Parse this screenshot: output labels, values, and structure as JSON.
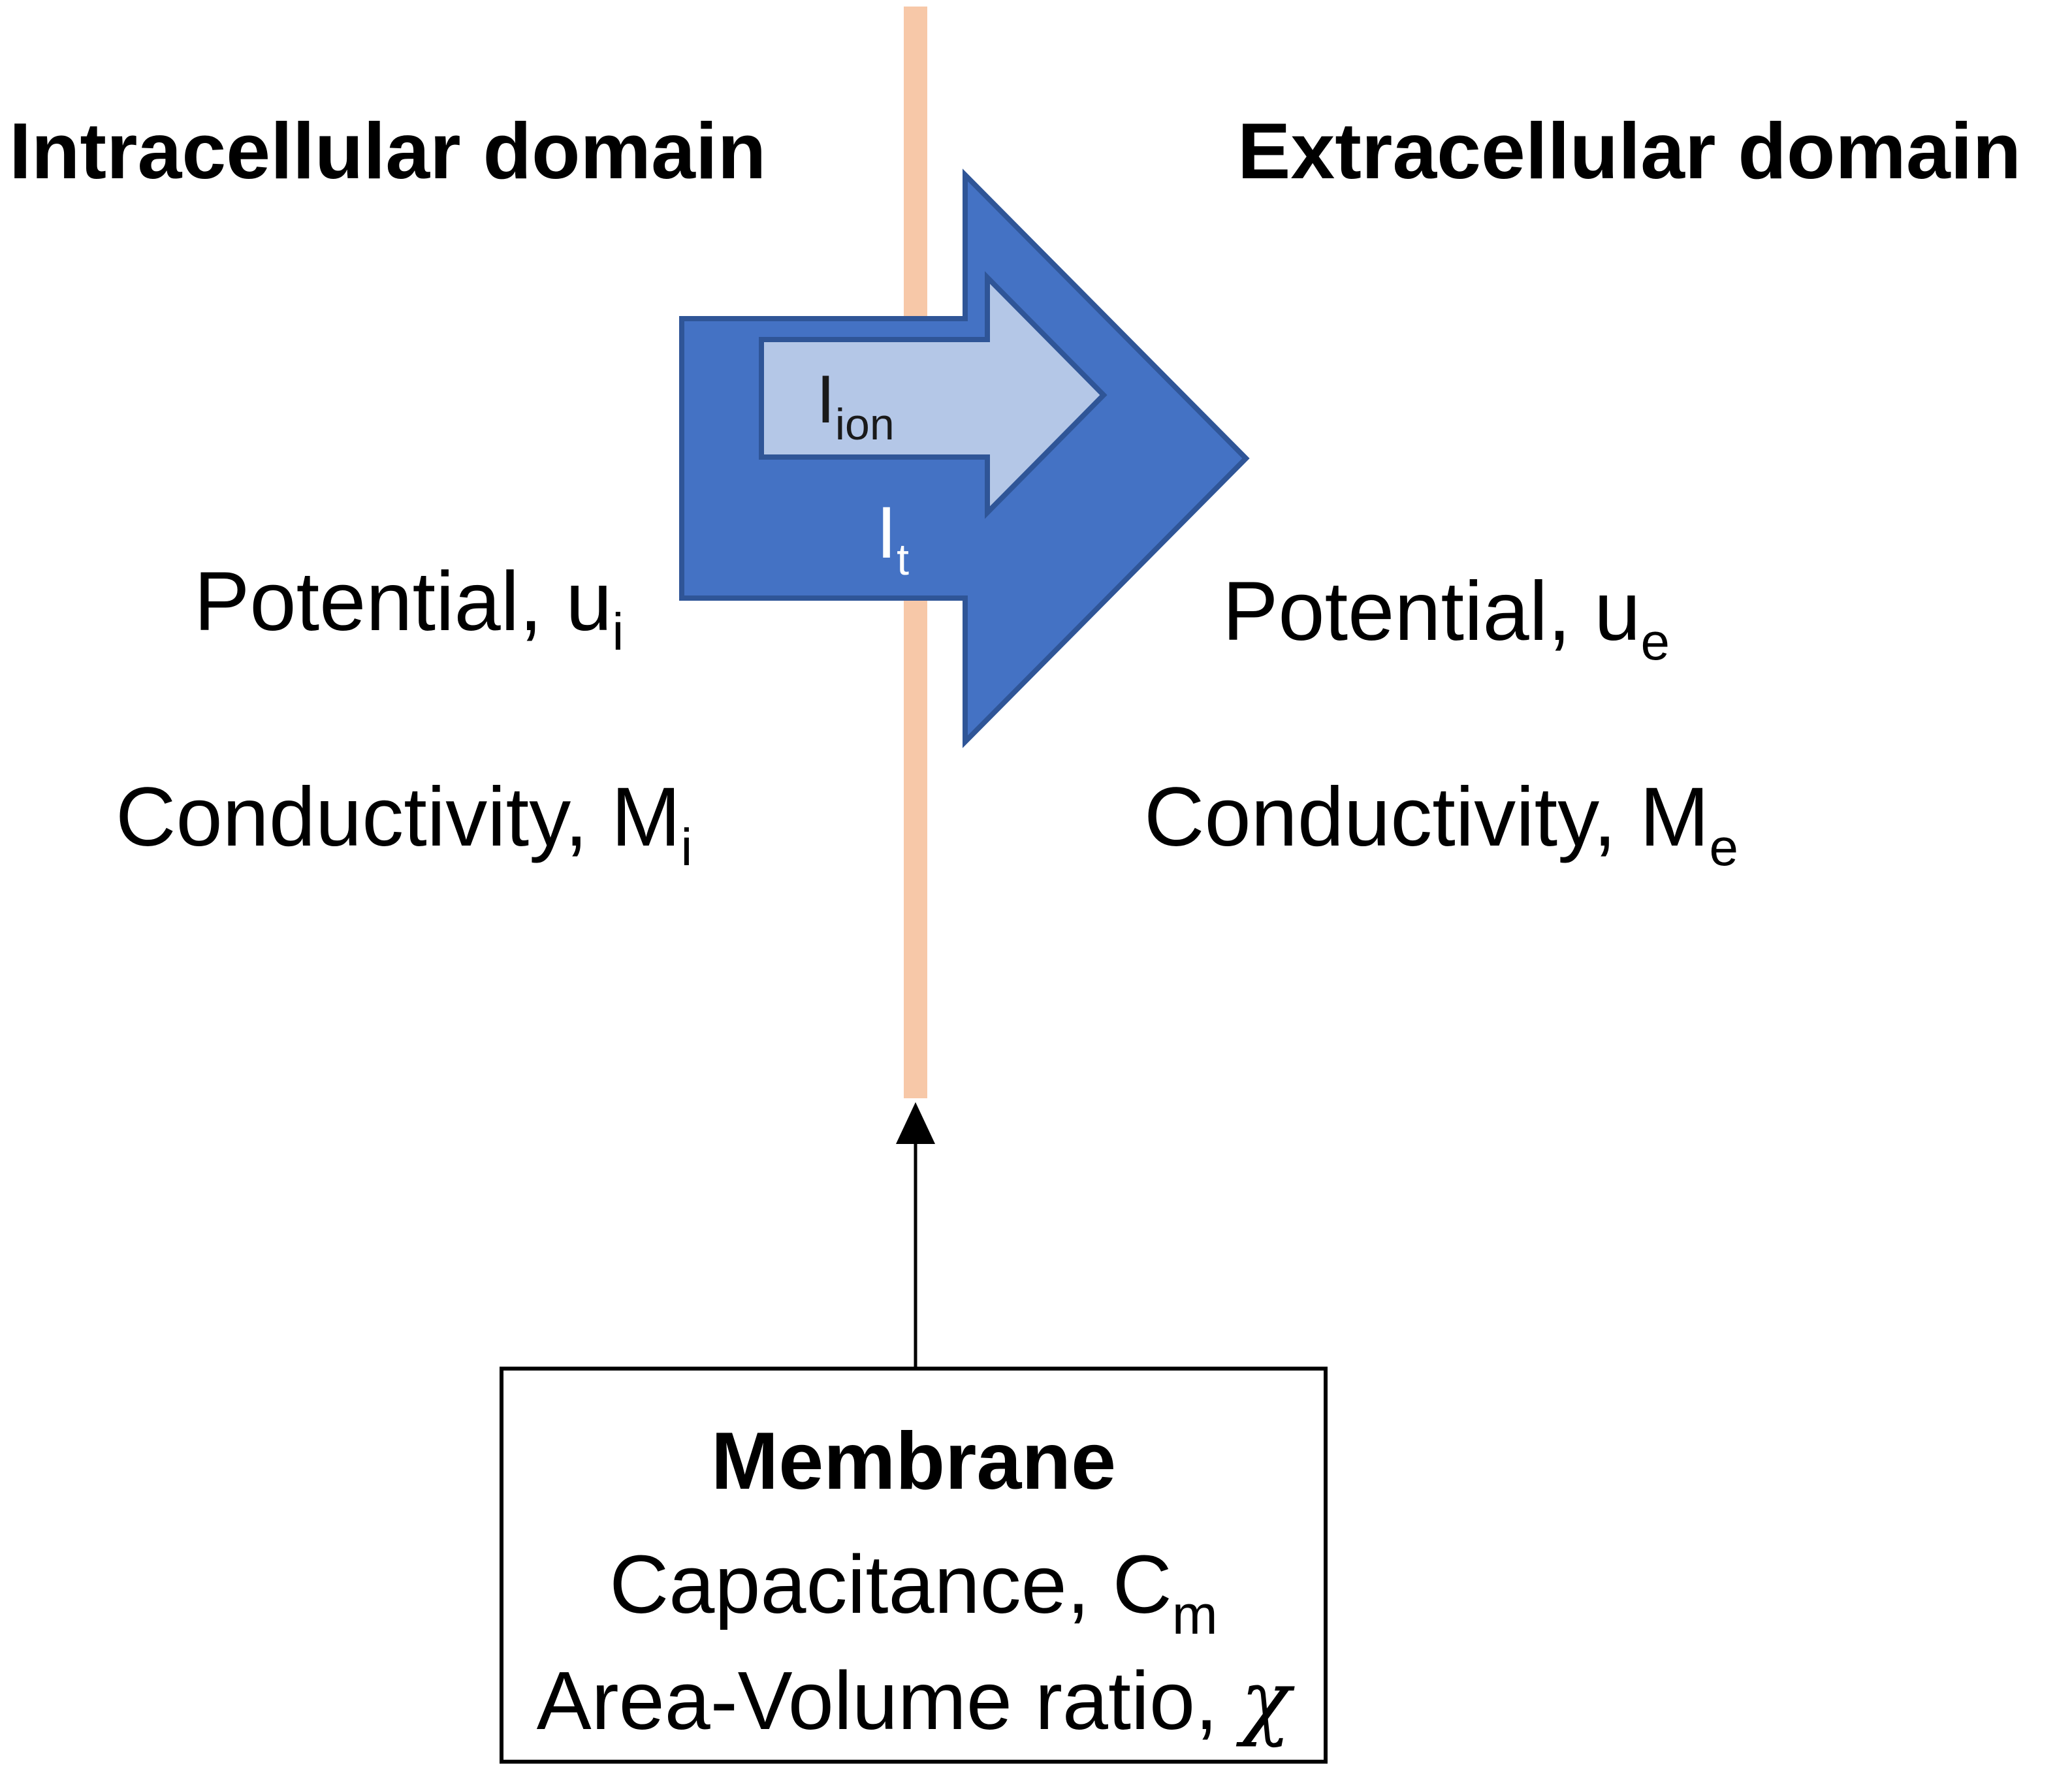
{
  "labels": {
    "intracellular_title": "Intracellular domain",
    "extracellular_title": "Extracellular domain",
    "intra_potential_text": "Potential, u",
    "intra_potential_sub": "i",
    "intra_conductivity_text": "Conductivity, M",
    "intra_conductivity_sub": "i",
    "extra_potential_text": "Potential, u",
    "extra_potential_sub": "e",
    "extra_conductivity_text": "Conductivity, M",
    "extra_conductivity_sub": "e"
  },
  "arrows": {
    "ion_base": "I",
    "ion_sub": "ion",
    "total_base": "I",
    "total_sub": "t"
  },
  "membrane_box": {
    "title": "Membrane",
    "capacitance_text": "Capacitance, C",
    "capacitance_sub": "m",
    "ratio_text": "Area-Volume ratio, ",
    "ratio_symbol": "χ"
  },
  "colors": {
    "membrane_line": "#f7c8a8",
    "total_current_arrow": "#4472c4",
    "total_current_arrow_border": "#2f5597",
    "ion_current_arrow": "#b4c7e7",
    "ion_current_arrow_border": "#2f5597",
    "pointer_arrow": "#000000"
  }
}
